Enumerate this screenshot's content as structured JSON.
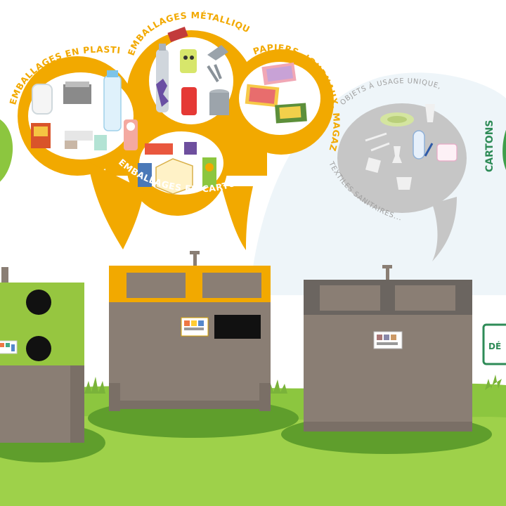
{
  "labels": {
    "plastique": "EMBALLAGES EN PLASTIQUE",
    "metalliques": "EMBALLAGES MÉTALLIQUES",
    "papiers": "PAPIERS, JOURNAUX, MAGAZINES*",
    "cartonnette": "EMBALLAGES EN CARTONNETTE",
    "usage_unique": "OBJETS À USAGE UNIQUE,",
    "textiles": "TEXTILES SANITAIRES...",
    "cartons": "CARTONS"
  },
  "sign": {
    "text": "DÉ"
  },
  "colors": {
    "yellow": "#f2a900",
    "green": "#8cc63f",
    "dark_green": "#2e8b57",
    "bin_gray": "#8a7e74",
    "bubble_gray": "#c6c6c6"
  },
  "icons": [
    "plastic-items-icon",
    "metal-items-icon",
    "paper-items-icon",
    "carton-items-icon",
    "residual-items-icon"
  ]
}
